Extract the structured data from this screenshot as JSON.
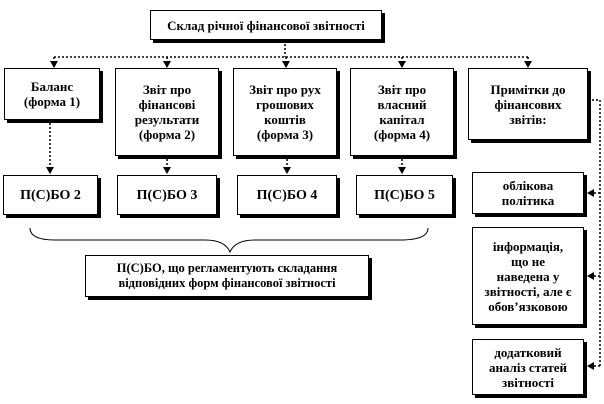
{
  "diagram": {
    "title": "Склад річної фінансової звітності",
    "forms": [
      {
        "label": "Баланс\n(форма 1)"
      },
      {
        "label": "Звіт про\nфінансові\nрезультати\n(форма 2)"
      },
      {
        "label": "Звіт про рух\nгрошових\nкоштів\n(форма 3)"
      },
      {
        "label": "Звіт про\nвласний\nкапітал\n(форма 4)"
      },
      {
        "label": "Примітки до\nфінансових\nзвітів:"
      }
    ],
    "standards": [
      {
        "label": "П(С)БО 2"
      },
      {
        "label": "П(С)БО 3"
      },
      {
        "label": "П(С)БО 4"
      },
      {
        "label": "П(С)БО 5"
      }
    ],
    "standards_caption": "П(С)БО, що регламентують складання\nвідповідних форм фінансової звітності",
    "notes_items": [
      {
        "label": "облікова\nполітика"
      },
      {
        "label": "інформація,\nщо не\nнаведена у\nзвітності, але є\nобов’язковою"
      },
      {
        "label": "додатковий\nаналіз статей\nзвітності"
      }
    ]
  }
}
